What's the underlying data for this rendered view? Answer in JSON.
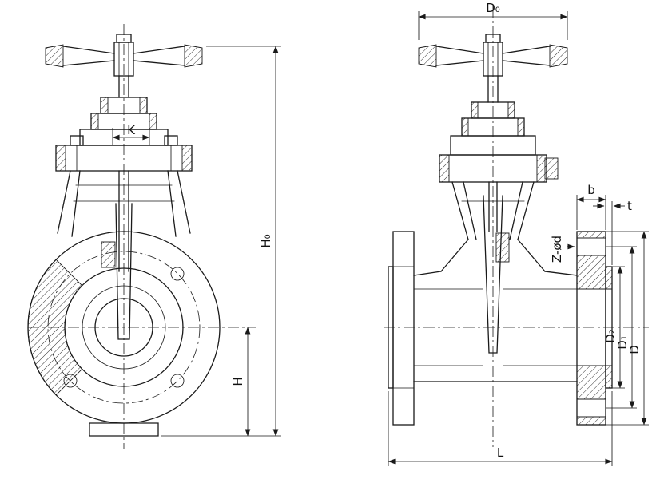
{
  "diagram": {
    "type": "technical-drawing",
    "subject": "flanged gate valve, two sectional views",
    "background_color": "#ffffff",
    "line_color": "#1a1a1a",
    "views": {
      "front_view": "front sectional view with handwheel and round body flange",
      "side_view": "side sectional view with end flanges"
    },
    "dimensions": {
      "d0": "D₀",
      "h0": "H₀",
      "k": "K",
      "h": "H",
      "b": "b",
      "t": "t",
      "z_od": "Z-ød",
      "d2": "D₂",
      "d1": "D₁",
      "d": "D",
      "l": "L"
    }
  }
}
